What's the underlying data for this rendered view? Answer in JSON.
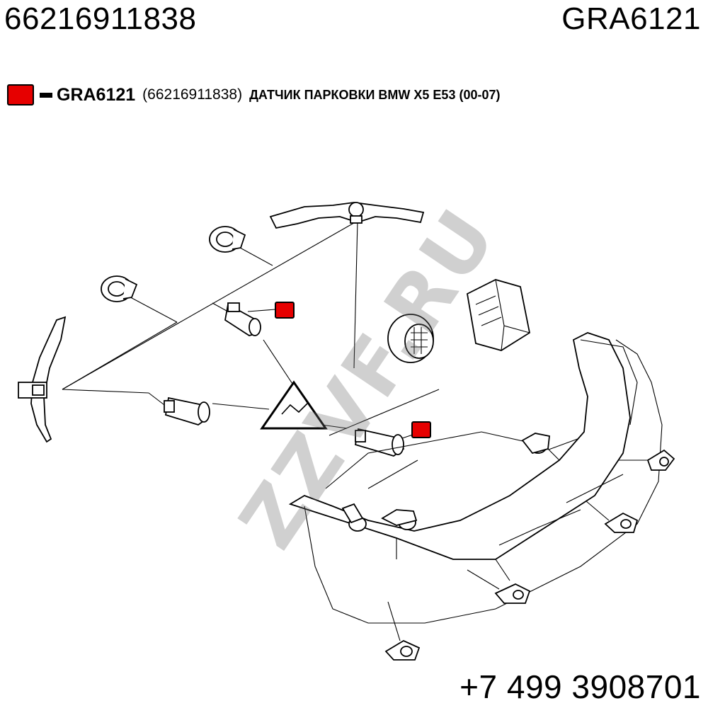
{
  "header": {
    "part_number": "66216911838",
    "article": "GRA6121"
  },
  "legend": {
    "color": "#e60000",
    "code": "GRA6121",
    "oem": "(66216911838)",
    "description": "ДАТЧИК ПАРКОВКИ BMW X5 E53 (00-07)"
  },
  "markers": [
    {
      "name": "pdc-sensor-front-marker",
      "color": "#e60000"
    },
    {
      "name": "pdc-sensor-rear-marker",
      "color": "#e60000"
    }
  ],
  "watermark": "ZZVF.RU",
  "footer": {
    "phone": "+7 499 3908701"
  }
}
